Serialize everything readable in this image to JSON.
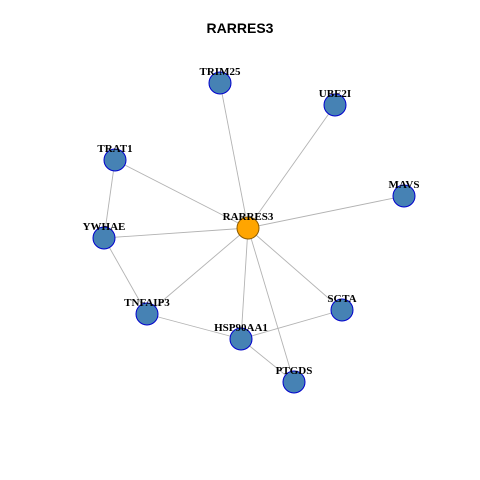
{
  "title": "RARRES3",
  "colors": {
    "hub_fill": "#FFA500",
    "hub_stroke": "#8B5A00",
    "node_fill": "#4682B4",
    "node_stroke": "#0000CD",
    "edge": "#B3B3B3"
  },
  "network": {
    "nodes": [
      {
        "id": "RARRES3",
        "label": "RARRES3",
        "hub": true
      },
      {
        "id": "TRIM25",
        "label": "TRIM25",
        "hub": false
      },
      {
        "id": "UBE2I",
        "label": "UBE2I",
        "hub": false
      },
      {
        "id": "TRAT1",
        "label": "TRAT1",
        "hub": false
      },
      {
        "id": "MAVS",
        "label": "MAVS",
        "hub": false
      },
      {
        "id": "YWHAE",
        "label": "YWHAE",
        "hub": false
      },
      {
        "id": "TNFAIP3",
        "label": "TNFAIP3",
        "hub": false
      },
      {
        "id": "SGTA",
        "label": "SGTA",
        "hub": false
      },
      {
        "id": "HSP90AA1",
        "label": "HSP90AA1",
        "hub": false
      },
      {
        "id": "PTGDS",
        "label": "PTGDS",
        "hub": false
      }
    ],
    "edges": [
      [
        "RARRES3",
        "TRIM25"
      ],
      [
        "RARRES3",
        "UBE2I"
      ],
      [
        "RARRES3",
        "TRAT1"
      ],
      [
        "RARRES3",
        "MAVS"
      ],
      [
        "RARRES3",
        "YWHAE"
      ],
      [
        "RARRES3",
        "TNFAIP3"
      ],
      [
        "RARRES3",
        "SGTA"
      ],
      [
        "RARRES3",
        "HSP90AA1"
      ],
      [
        "RARRES3",
        "PTGDS"
      ],
      [
        "TRAT1",
        "YWHAE"
      ],
      [
        "YWHAE",
        "TNFAIP3"
      ],
      [
        "TNFAIP3",
        "HSP90AA1"
      ],
      [
        "HSP90AA1",
        "SGTA"
      ],
      [
        "HSP90AA1",
        "PTGDS"
      ]
    ]
  }
}
